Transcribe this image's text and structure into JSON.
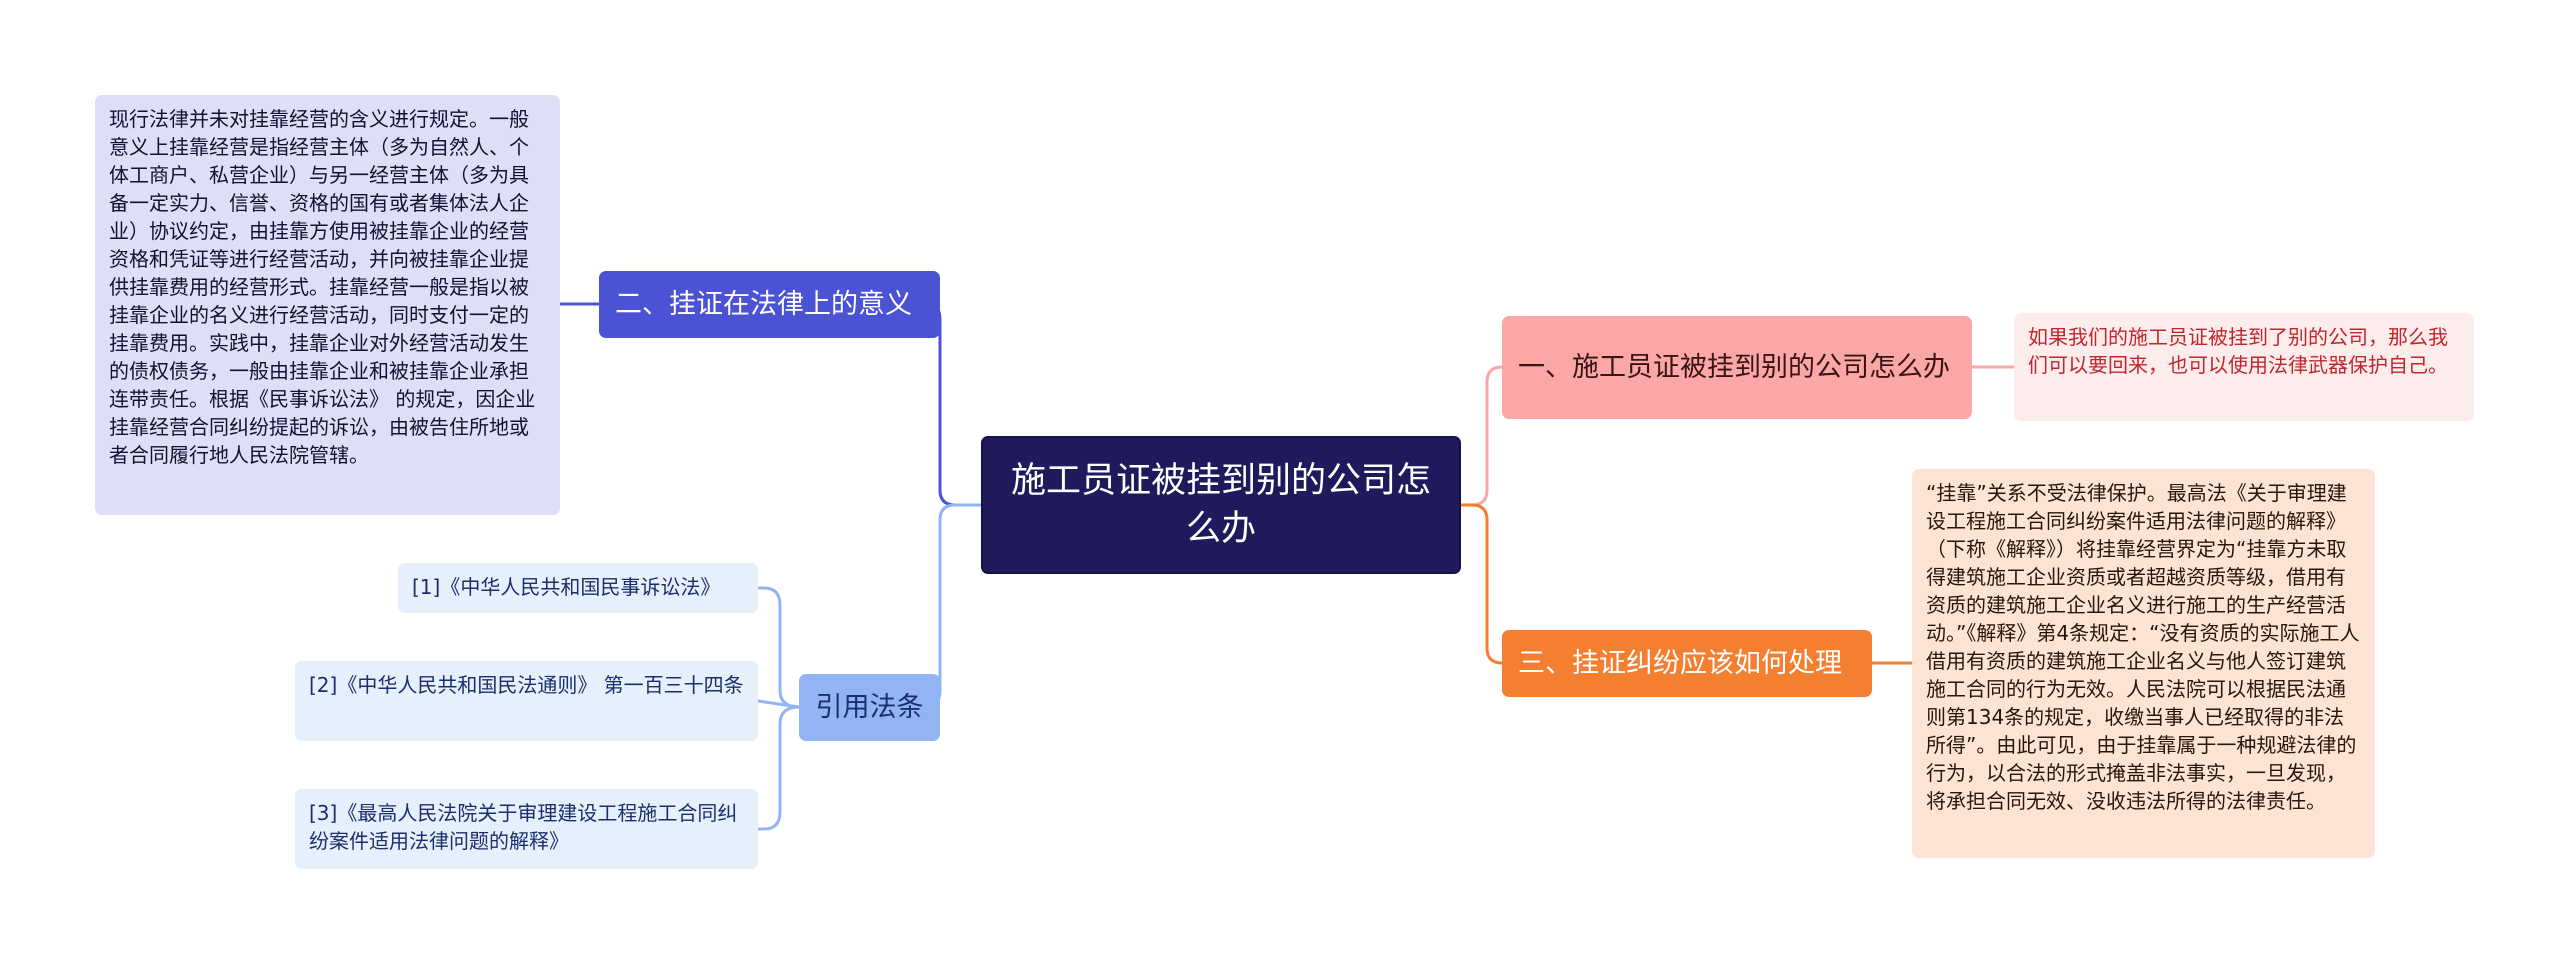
{
  "root": {
    "title": "施工员证被挂到别的公司怎么办"
  },
  "branches": {
    "left_top": {
      "label": "二、挂证在法律上的意义",
      "content": "现行法律并未对挂靠经营的含义进行规定。一般意义上挂靠经营是指经营主体（多为自然人、个体工商户、私营企业）与另一经营主体（多为具备一定实力、信誉、资格的国有或者集体法人企业）协议约定，由挂靠方使用被挂靠企业的经营资格和凭证等进行经营活动，并向被挂靠企业提供挂靠费用的经营形式。挂靠经营一般是指以被挂靠企业的名义进行经营活动，同时支付一定的挂靠费用。实践中，挂靠企业对外经营活动发生的债权债务，一般由挂靠企业和被挂靠企业承担连带责任。根据《民事诉讼法》 的规定，因企业挂靠经营合同纠纷提起的诉讼，由被告住所地或者合同履行地人民法院管辖。"
    },
    "left_bottom": {
      "label": "引用法条",
      "refs": [
        "[1]《中华人民共和国民事诉讼法》",
        "[2]《中华人民共和国民法通则》 第一百三十四条",
        "[3]《最高人民法院关于审理建设工程施工合同纠纷案件适用法律问题的解释》"
      ]
    },
    "right_top": {
      "label": "一、施工员证被挂到别的公司怎么办",
      "content": "如果我们的施工员证被挂到了别的公司，那么我们可以要回来，也可以使用法律武器保护自己。"
    },
    "right_bottom": {
      "label": "三、挂证纠纷应该如何处理",
      "content": "“挂靠”关系不受法律保护。最高法《关于审理建设工程施工合同纠纷案件适用法律问题的解释》（下称《解释》）将挂靠经营界定为“挂靠方未取得建筑施工企业资质或者超越资质等级，借用有资质的建筑施工企业名义进行施工的生产经营活动。”《解释》第4条规定：“没有资质的实际施工人借用有资质的建筑施工企业名义与他人签订建筑施工合同的行为无效。人民法院可以根据民法通则第134条的规定，收缴当事人已经取得的非法所得”。由此可见，由于挂靠属于一种规避法律的行为，以合法的形式掩盖非法事实，一旦发现，将承担合同无效、没收违法所得的法律责任。"
    }
  },
  "colors": {
    "root": "#1e1a5c",
    "left_top": "#4b52d4",
    "left_bottom": "#93b4f4",
    "right_top": "#fba7a7",
    "right_bottom": "#f57f31"
  }
}
